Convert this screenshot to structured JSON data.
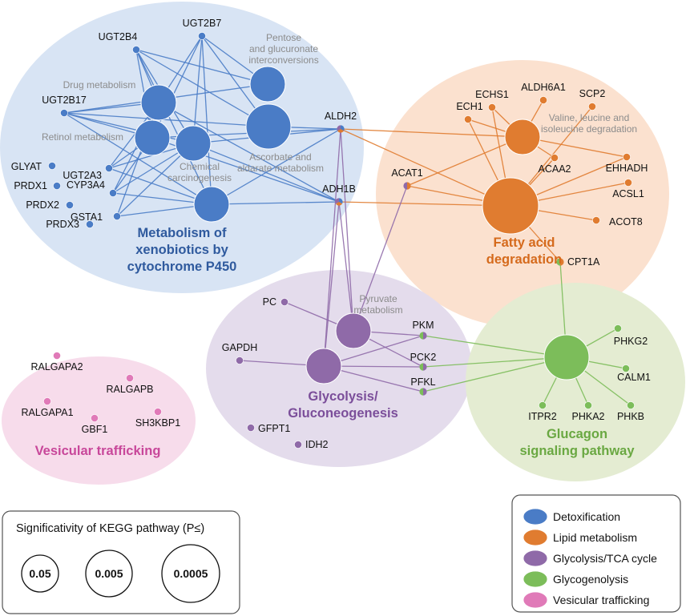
{
  "colors": {
    "detox": "#4a7cc6",
    "lipid": "#e07c30",
    "glyco": "#8f6aa8",
    "glycogen": "#7cbd5a",
    "vesic": "#e07ab8"
  },
  "clusters": [
    {
      "id": "detox",
      "name": "cluster-detoxification",
      "fill": "#d8e4f4",
      "title": [
        "Metabolism of",
        "xenobiotics by",
        "cytochrome P450"
      ],
      "title_color": "#2f5a9e"
    },
    {
      "id": "lipid",
      "name": "cluster-lipid",
      "fill": "#fbe1cf",
      "title": [
        "Fatty acid",
        "degradation"
      ],
      "title_color": "#d56a1c"
    },
    {
      "id": "glyco",
      "name": "cluster-glycolysis",
      "fill": "#e4dcec",
      "title": [
        "Glycolysis/",
        "Gluconeogenesis"
      ],
      "title_color": "#7b4e9a"
    },
    {
      "id": "glycogen",
      "name": "cluster-glucagon",
      "fill": "#e4ecd2",
      "title": [
        "Glucagon",
        "signaling pathway"
      ],
      "title_color": "#6aa842"
    },
    {
      "id": "vesic",
      "name": "cluster-vesicular",
      "fill": "#f7dceb",
      "title": [
        "Vesicular trafficking"
      ],
      "title_color": "#c8479a"
    }
  ],
  "pathways": [
    {
      "id": "drug",
      "group": "detox",
      "label": [
        "Drug metabolism"
      ],
      "level": 2
    },
    {
      "id": "retinol",
      "group": "detox",
      "label": [
        "Retinol metabolism"
      ],
      "level": 2
    },
    {
      "id": "chem",
      "group": "detox",
      "label": [
        "Chemical",
        "carcinogenesis"
      ],
      "level": 2
    },
    {
      "id": "pentose",
      "group": "detox",
      "label": [
        "Pentose",
        "and glucuronate",
        "interconversions"
      ],
      "level": 2
    },
    {
      "id": "ascorbate",
      "group": "detox",
      "label": [
        "Ascorbate and",
        "aldarate metabolism"
      ],
      "level": 3
    },
    {
      "id": "xeno",
      "group": "detox",
      "label": [],
      "level": 2
    },
    {
      "id": "valine",
      "group": "lipid",
      "label": [
        "Valine, leucine and",
        "isoleucine degradation"
      ],
      "level": 2
    },
    {
      "id": "fatty",
      "group": "lipid",
      "label": [],
      "level": 4
    },
    {
      "id": "pyruvate",
      "group": "glyco",
      "label": [
        "Pyruvate",
        "metabolism"
      ],
      "level": 2
    },
    {
      "id": "glycolysis",
      "group": "glyco",
      "label": [],
      "level": 2
    },
    {
      "id": "glucagon",
      "group": "glycogen",
      "label": [],
      "level": 3
    }
  ],
  "genes": [
    {
      "id": "UGT2B4",
      "label": "UGT2B4",
      "groups": [
        "detox"
      ]
    },
    {
      "id": "UGT2B7",
      "label": "UGT2B7",
      "groups": [
        "detox"
      ]
    },
    {
      "id": "UGT2B17",
      "label": "UGT2B17",
      "groups": [
        "detox"
      ]
    },
    {
      "id": "UGT2A3",
      "label": "UGT2A3",
      "groups": [
        "detox"
      ]
    },
    {
      "id": "CYP3A4",
      "label": "CYP3A4",
      "groups": [
        "detox"
      ]
    },
    {
      "id": "GSTA1",
      "label": "GSTA1",
      "groups": [
        "detox"
      ]
    },
    {
      "id": "GLYAT",
      "label": "GLYAT",
      "groups": [
        "detox"
      ]
    },
    {
      "id": "PRDX1",
      "label": "PRDX1",
      "groups": [
        "detox"
      ]
    },
    {
      "id": "PRDX2",
      "label": "PRDX2",
      "groups": [
        "detox"
      ]
    },
    {
      "id": "PRDX3",
      "label": "PRDX3",
      "groups": [
        "detox"
      ]
    },
    {
      "id": "ALDH2",
      "label": "ALDH2",
      "groups": [
        "detox",
        "lipid",
        "glyco"
      ]
    },
    {
      "id": "ADH1B",
      "label": "ADH1B",
      "groups": [
        "detox",
        "lipid",
        "glyco"
      ]
    },
    {
      "id": "ACAT1",
      "label": "ACAT1",
      "groups": [
        "lipid",
        "glyco"
      ]
    },
    {
      "id": "ECH1",
      "label": "ECH1",
      "groups": [
        "lipid"
      ]
    },
    {
      "id": "ECHS1",
      "label": "ECHS1",
      "groups": [
        "lipid"
      ]
    },
    {
      "id": "ALDH6A1",
      "label": "ALDH6A1",
      "groups": [
        "lipid"
      ]
    },
    {
      "id": "SCP2",
      "label": "SCP2",
      "groups": [
        "lipid"
      ]
    },
    {
      "id": "ACAA2",
      "label": "ACAA2",
      "groups": [
        "lipid"
      ]
    },
    {
      "id": "EHHADH",
      "label": "EHHADH",
      "groups": [
        "lipid"
      ]
    },
    {
      "id": "ACSL1",
      "label": "ACSL1",
      "groups": [
        "lipid"
      ]
    },
    {
      "id": "ACOT8",
      "label": "ACOT8",
      "groups": [
        "lipid"
      ]
    },
    {
      "id": "CPT1A",
      "label": "CPT1A",
      "groups": [
        "lipid",
        "glycogen"
      ]
    },
    {
      "id": "PC",
      "label": "PC",
      "groups": [
        "glyco"
      ]
    },
    {
      "id": "GAPDH",
      "label": "GAPDH",
      "groups": [
        "glyco"
      ]
    },
    {
      "id": "PKM",
      "label": "PKM",
      "groups": [
        "glyco",
        "glycogen"
      ]
    },
    {
      "id": "PCK2",
      "label": "PCK2",
      "groups": [
        "glyco",
        "glycogen"
      ]
    },
    {
      "id": "PFKL",
      "label": "PFKL",
      "groups": [
        "glyco",
        "glycogen"
      ]
    },
    {
      "id": "GFPT1",
      "label": "GFPT1",
      "groups": [
        "glyco"
      ]
    },
    {
      "id": "IDH2",
      "label": "IDH2",
      "groups": [
        "glyco"
      ]
    },
    {
      "id": "PHKG2",
      "label": "PHKG2",
      "groups": [
        "glycogen"
      ]
    },
    {
      "id": "CALM1",
      "label": "CALM1",
      "groups": [
        "glycogen"
      ]
    },
    {
      "id": "ITPR2",
      "label": "ITPR2",
      "groups": [
        "glycogen"
      ]
    },
    {
      "id": "PHKA2",
      "label": "PHKA2",
      "groups": [
        "glycogen"
      ]
    },
    {
      "id": "PHKB",
      "label": "PHKB",
      "groups": [
        "glycogen"
      ]
    },
    {
      "id": "RALGAPA2",
      "label": "RALGAPA2",
      "groups": [
        "vesic"
      ]
    },
    {
      "id": "RALGAPB",
      "label": "RALGAPB",
      "groups": [
        "vesic"
      ]
    },
    {
      "id": "RALGAPA1",
      "label": "RALGAPA1",
      "groups": [
        "vesic"
      ]
    },
    {
      "id": "GBF1",
      "label": "GBF1",
      "groups": [
        "vesic"
      ]
    },
    {
      "id": "SH3KBP1",
      "label": "SH3KBP1",
      "groups": [
        "vesic"
      ]
    }
  ],
  "edges": [
    [
      "UGT2B4",
      "drug"
    ],
    [
      "UGT2B4",
      "retinol"
    ],
    [
      "UGT2B4",
      "chem"
    ],
    [
      "UGT2B4",
      "pentose"
    ],
    [
      "UGT2B4",
      "ascorbate"
    ],
    [
      "UGT2B4",
      "xeno"
    ],
    [
      "UGT2B7",
      "drug"
    ],
    [
      "UGT2B7",
      "retinol"
    ],
    [
      "UGT2B7",
      "chem"
    ],
    [
      "UGT2B7",
      "pentose"
    ],
    [
      "UGT2B7",
      "ascorbate"
    ],
    [
      "UGT2B7",
      "xeno"
    ],
    [
      "UGT2B17",
      "drug"
    ],
    [
      "UGT2B17",
      "retinol"
    ],
    [
      "UGT2B17",
      "chem"
    ],
    [
      "UGT2B17",
      "pentose"
    ],
    [
      "UGT2B17",
      "ascorbate"
    ],
    [
      "UGT2B17",
      "xeno"
    ],
    [
      "UGT2A3",
      "drug"
    ],
    [
      "UGT2A3",
      "retinol"
    ],
    [
      "UGT2A3",
      "chem"
    ],
    [
      "UGT2A3",
      "xeno"
    ],
    [
      "CYP3A4",
      "drug"
    ],
    [
      "CYP3A4",
      "retinol"
    ],
    [
      "CYP3A4",
      "chem"
    ],
    [
      "CYP3A4",
      "xeno"
    ],
    [
      "GSTA1",
      "drug"
    ],
    [
      "GSTA1",
      "chem"
    ],
    [
      "GSTA1",
      "xeno"
    ],
    [
      "ALDH2",
      "ascorbate"
    ],
    [
      "ALDH2",
      "chem"
    ],
    [
      "ALDH2",
      "retinol"
    ],
    [
      "ALDH2",
      "xeno"
    ],
    [
      "ADH1B",
      "drug"
    ],
    [
      "ADH1B",
      "retinol"
    ],
    [
      "ADH1B",
      "chem"
    ],
    [
      "ADH1B",
      "xeno"
    ],
    [
      "ALDH2",
      "valine"
    ],
    [
      "ALDH2",
      "fatty"
    ],
    [
      "ADH1B",
      "fatty"
    ],
    [
      "ACAT1",
      "valine"
    ],
    [
      "ACAT1",
      "fatty"
    ],
    [
      "ECH1",
      "valine"
    ],
    [
      "ECH1",
      "fatty"
    ],
    [
      "ECHS1",
      "valine"
    ],
    [
      "ECHS1",
      "fatty"
    ],
    [
      "ALDH6A1",
      "valine"
    ],
    [
      "SCP2",
      "fatty"
    ],
    [
      "ACAA2",
      "valine"
    ],
    [
      "ACAA2",
      "fatty"
    ],
    [
      "EHHADH",
      "valine"
    ],
    [
      "EHHADH",
      "fatty"
    ],
    [
      "ACSL1",
      "fatty"
    ],
    [
      "ACOT8",
      "fatty"
    ],
    [
      "CPT1A",
      "fatty"
    ],
    [
      "ALDH2",
      "pyruvate"
    ],
    [
      "ALDH2",
      "glycolysis"
    ],
    [
      "ADH1B",
      "pyruvate"
    ],
    [
      "ADH1B",
      "glycolysis"
    ],
    [
      "ACAT1",
      "pyruvate"
    ],
    [
      "PC",
      "pyruvate"
    ],
    [
      "GAPDH",
      "glycolysis"
    ],
    [
      "PKM",
      "pyruvate"
    ],
    [
      "PKM",
      "glycolysis"
    ],
    [
      "PCK2",
      "pyruvate"
    ],
    [
      "PCK2",
      "glycolysis"
    ],
    [
      "PFKL",
      "glycolysis"
    ],
    [
      "CPT1A",
      "glucagon"
    ],
    [
      "PKM",
      "glucagon"
    ],
    [
      "PCK2",
      "glucagon"
    ],
    [
      "PFKL",
      "glucagon"
    ],
    [
      "PHKG2",
      "glucagon"
    ],
    [
      "CALM1",
      "glucagon"
    ],
    [
      "ITPR2",
      "glucagon"
    ],
    [
      "PHKA2",
      "glucagon"
    ],
    [
      "PHKB",
      "glucagon"
    ]
  ],
  "legend": {
    "items": [
      {
        "label": "Detoxification",
        "group": "detox"
      },
      {
        "label": "Lipid metabolism",
        "group": "lipid"
      },
      {
        "label": "Glycolysis/TCA cycle",
        "group": "glyco"
      },
      {
        "label": "Glycogenolysis",
        "group": "glycogen"
      },
      {
        "label": "Vesicular trafficking",
        "group": "vesic"
      }
    ]
  },
  "significance": {
    "title": "Significativity of KEGG pathway (P≤)",
    "levels": [
      "0.05",
      "0.005",
      "0.0005"
    ]
  }
}
